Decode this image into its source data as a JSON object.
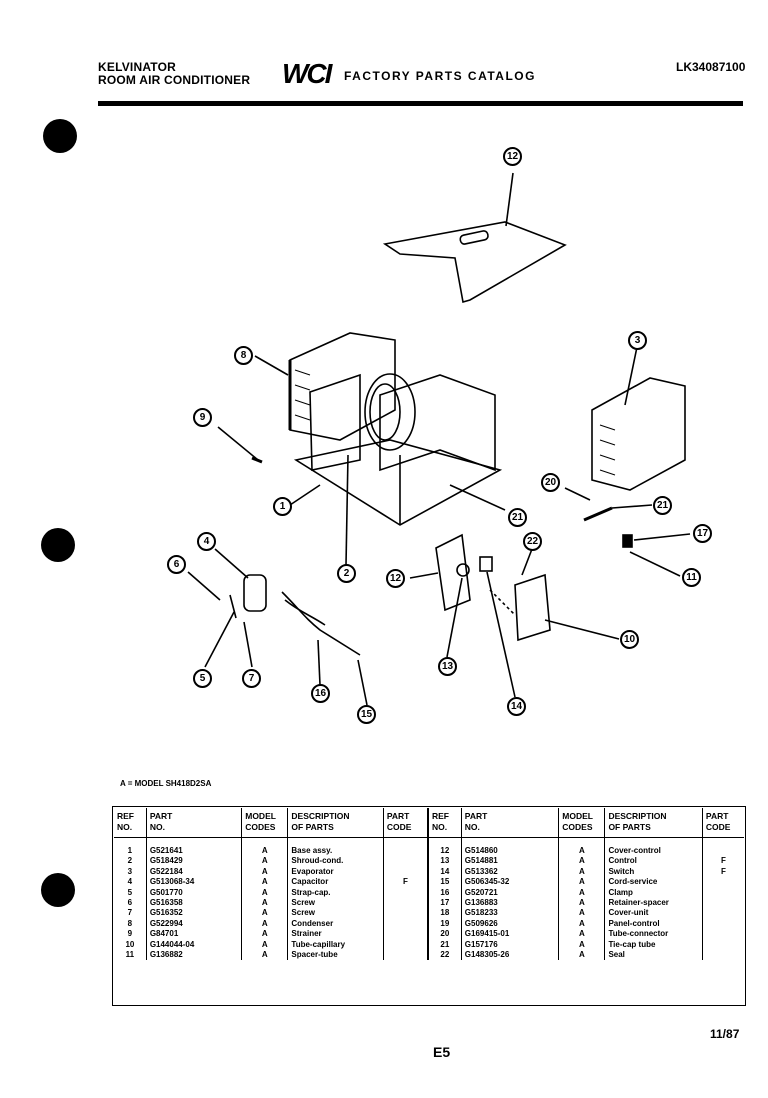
{
  "header": {
    "brand": "KELVINATOR",
    "product": "ROOM AIR CONDITIONER",
    "logo": "WCI",
    "catalog": "FACTORY PARTS CATALOG",
    "catalog_code": "LK34087100"
  },
  "diagram": {
    "callouts": [
      "12",
      "8",
      "3",
      "9",
      "1",
      "2",
      "21",
      "20",
      "21",
      "17",
      "11",
      "4",
      "6",
      "12",
      "22",
      "5",
      "7",
      "16",
      "15",
      "13",
      "14",
      "10"
    ]
  },
  "model_note": "A = MODEL SH418D2SA",
  "table": {
    "headers": {
      "ref1": "REF",
      "ref2": "NO.",
      "part1": "PART",
      "part2": "NO.",
      "model1": "MODEL",
      "model2": "CODES",
      "desc1": "DESCRIPTION",
      "desc2": "OF PARTS",
      "pcode1": "PART",
      "pcode2": "CODE"
    },
    "left_rows": [
      {
        "ref": "1",
        "part": "G521641",
        "model": "A",
        "desc": "Base assy.",
        "code": ""
      },
      {
        "ref": "2",
        "part": "G518429",
        "model": "A",
        "desc": "Shroud-cond.",
        "code": ""
      },
      {
        "ref": "3",
        "part": "G522184",
        "model": "A",
        "desc": "Evaporator",
        "code": ""
      },
      {
        "ref": "4",
        "part": "G513068-34",
        "model": "A",
        "desc": "Capacitor",
        "code": "F"
      },
      {
        "ref": "5",
        "part": "G501770",
        "model": "A",
        "desc": "Strap-cap.",
        "code": ""
      },
      {
        "ref": "6",
        "part": "G516358",
        "model": "A",
        "desc": "Screw",
        "code": ""
      },
      {
        "ref": "7",
        "part": "G516352",
        "model": "A",
        "desc": "Screw",
        "code": ""
      },
      {
        "ref": "8",
        "part": "G522994",
        "model": "A",
        "desc": "Condenser",
        "code": ""
      },
      {
        "ref": "9",
        "part": "G84701",
        "model": "A",
        "desc": "Strainer",
        "code": ""
      },
      {
        "ref": "10",
        "part": "G144044-04",
        "model": "A",
        "desc": "Tube-capillary",
        "code": ""
      },
      {
        "ref": "11",
        "part": "G136882",
        "model": "A",
        "desc": "Spacer-tube",
        "code": ""
      }
    ],
    "right_rows": [
      {
        "ref": "12",
        "part": "G514860",
        "model": "A",
        "desc": "Cover-control",
        "code": ""
      },
      {
        "ref": "13",
        "part": "G514881",
        "model": "A",
        "desc": "Control",
        "code": "F"
      },
      {
        "ref": "14",
        "part": "G513362",
        "model": "A",
        "desc": "Switch",
        "code": "F"
      },
      {
        "ref": "15",
        "part": "G506345-32",
        "model": "A",
        "desc": "Cord-service",
        "code": ""
      },
      {
        "ref": "16",
        "part": "G520721",
        "model": "A",
        "desc": "Clamp",
        "code": ""
      },
      {
        "ref": "17",
        "part": "G136883",
        "model": "A",
        "desc": "Retainer-spacer",
        "code": ""
      },
      {
        "ref": "18",
        "part": "G518233",
        "model": "A",
        "desc": "Cover-unit",
        "code": ""
      },
      {
        "ref": "19",
        "part": "G509626",
        "model": "A",
        "desc": "Panel-control",
        "code": ""
      },
      {
        "ref": "20",
        "part": "G169415-01",
        "model": "A",
        "desc": "Tube-connector",
        "code": ""
      },
      {
        "ref": "21",
        "part": "G157176",
        "model": "A",
        "desc": "Tie-cap tube",
        "code": ""
      },
      {
        "ref": "22",
        "part": "G148305-26",
        "model": "A",
        "desc": "Seal",
        "code": ""
      }
    ]
  },
  "footer": {
    "page": "E5",
    "date": "11/87"
  }
}
